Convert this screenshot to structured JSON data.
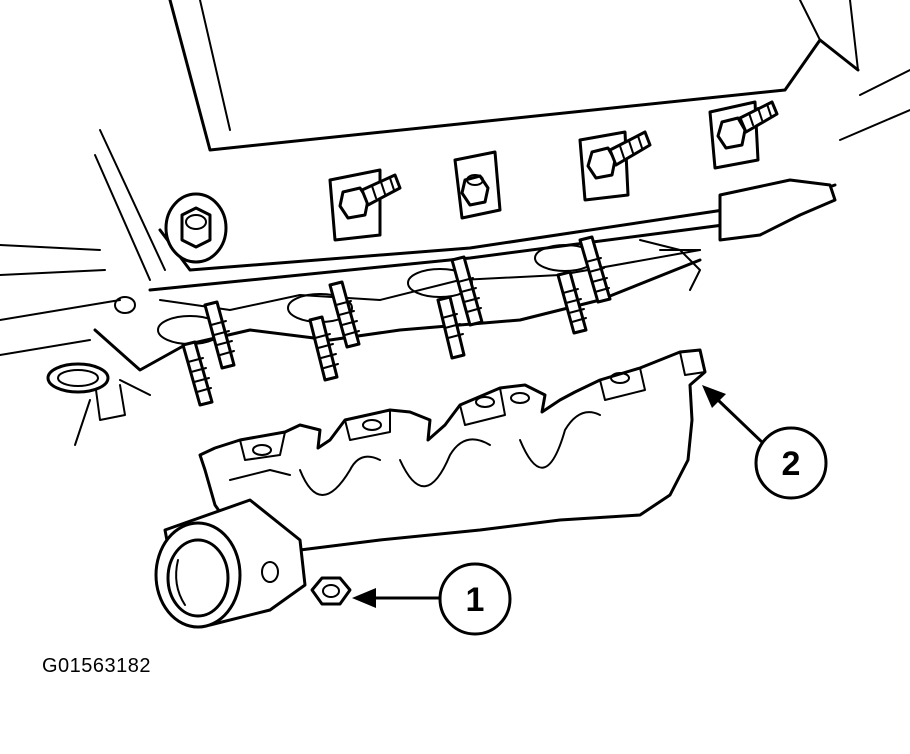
{
  "figure_code": "G01563182",
  "callouts": [
    {
      "number": "1"
    },
    {
      "number": "2"
    }
  ],
  "colors": {
    "ink": "#000000",
    "paper": "#ffffff"
  }
}
